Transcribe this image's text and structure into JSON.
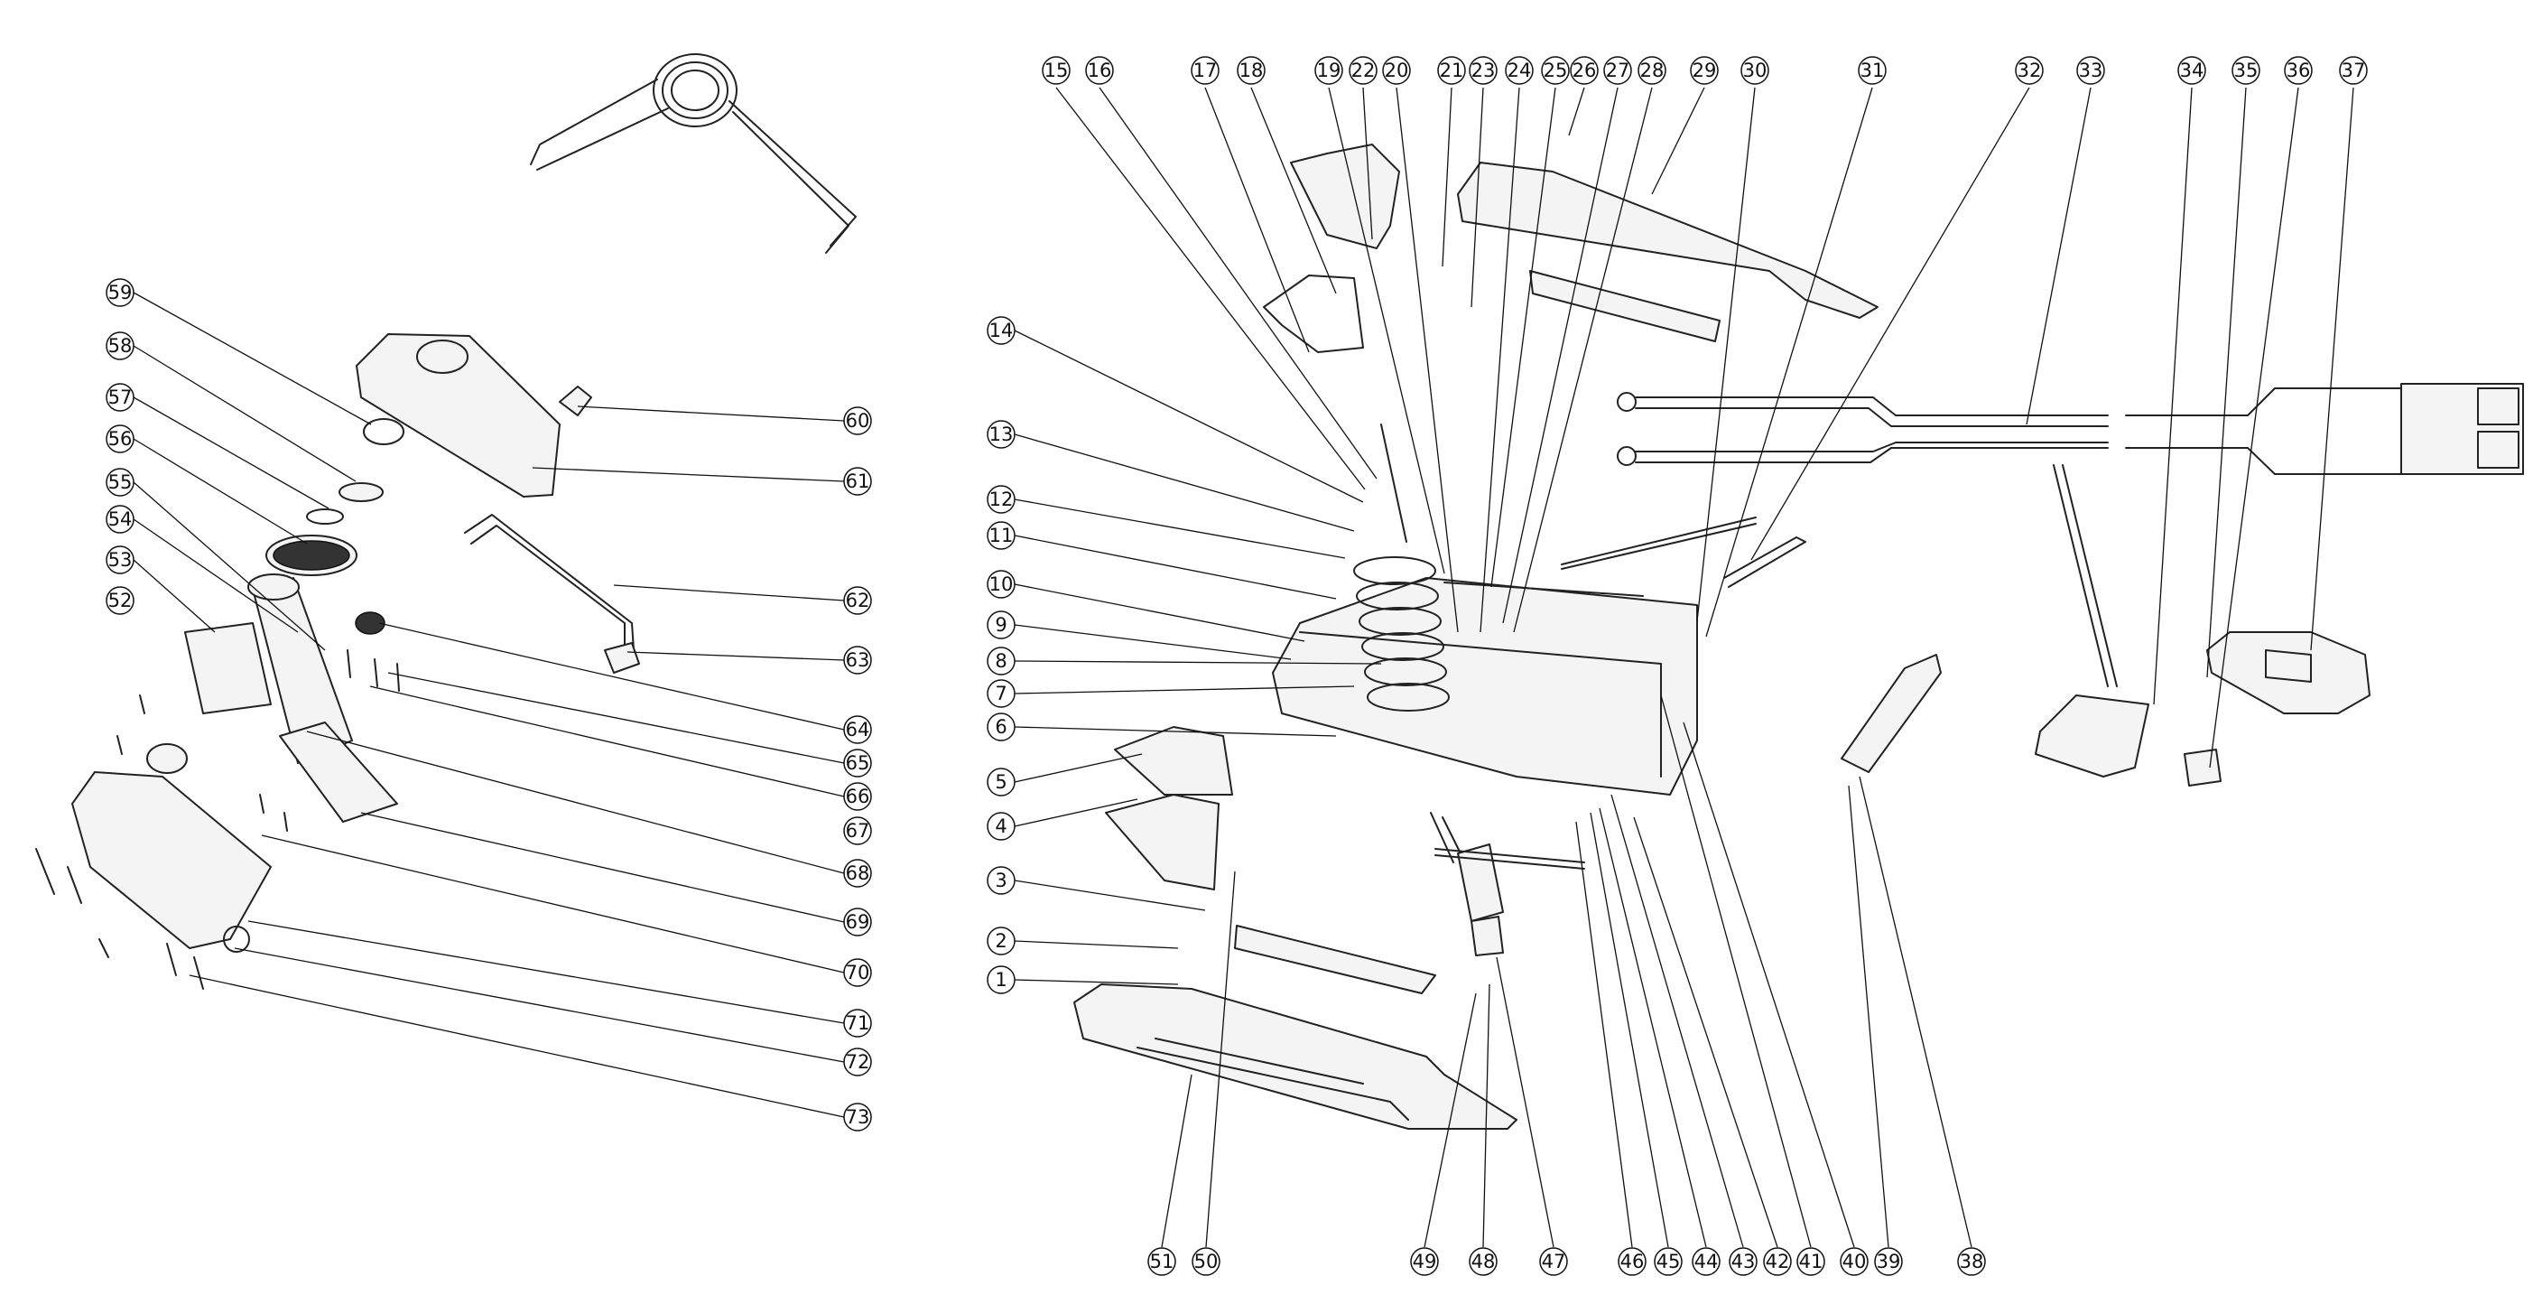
{
  "diagram": {
    "callout_numbers": [
      "1",
      "2",
      "3",
      "4",
      "5",
      "6",
      "7",
      "8",
      "9",
      "10",
      "11",
      "12",
      "13",
      "14",
      "15",
      "16",
      "17",
      "18",
      "19",
      "20",
      "21",
      "22",
      "23",
      "24",
      "25",
      "26",
      "27",
      "28",
      "29",
      "30",
      "31",
      "32",
      "33",
      "34",
      "35",
      "36",
      "37",
      "38",
      "39",
      "40",
      "41",
      "42",
      "43",
      "44",
      "45",
      "46",
      "47",
      "48",
      "49",
      "50",
      "51",
      "52",
      "53",
      "54",
      "55",
      "56",
      "57",
      "58",
      "59",
      "60",
      "61",
      "62",
      "63",
      "64",
      "65",
      "66",
      "67",
      "68",
      "69",
      "70",
      "71",
      "72",
      "73"
    ]
  }
}
